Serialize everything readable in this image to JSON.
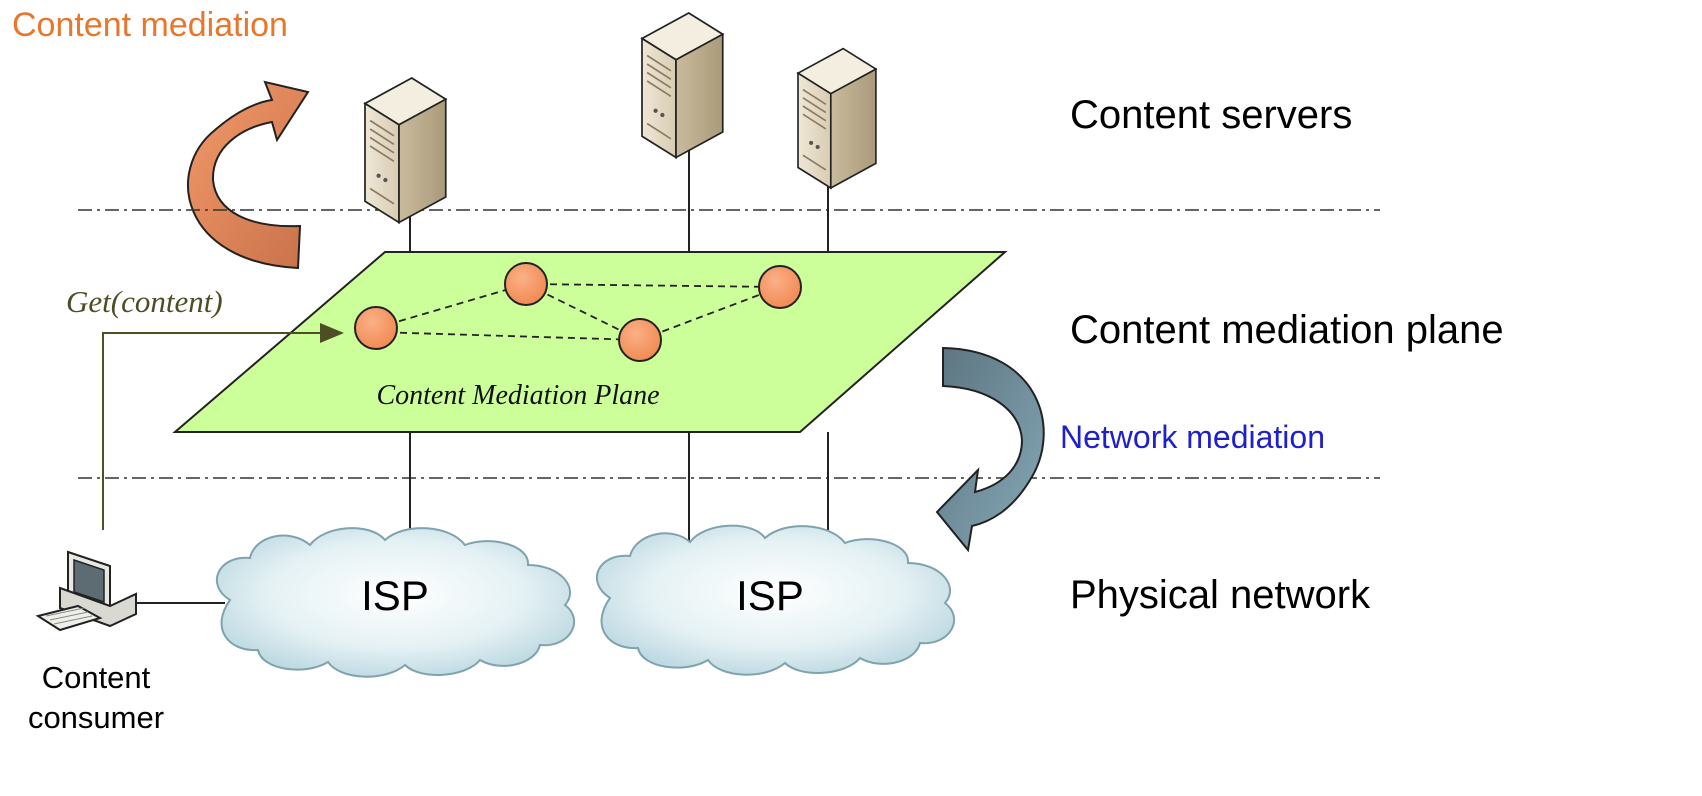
{
  "labels": {
    "content_mediation": "Content mediation",
    "content_servers": "Content servers",
    "content_mediation_plane": "Content mediation plane",
    "network_mediation": "Network mediation",
    "physical_network": "Physical network",
    "get_content": "Get(content)",
    "plane_caption": "Content Mediation Plane",
    "isp_left": "ISP",
    "isp_right": "ISP",
    "consumer_line1": "Content",
    "consumer_line2": "consumer"
  },
  "colors": {
    "content_mediation_text": "#e8772e",
    "network_mediation_text": "#1f1fcc",
    "plane_fill": "#ccff99",
    "node_fill": "#f7965e",
    "orange_arrow": "#e9875a",
    "blue_arrow": "#6f8f9f",
    "cloud_fill": "#d4e8ee",
    "get_content_text": "#4d4d26"
  },
  "icons": [
    "server-icon",
    "cloud-icon",
    "computer-icon",
    "curved-arrow-icon"
  ]
}
